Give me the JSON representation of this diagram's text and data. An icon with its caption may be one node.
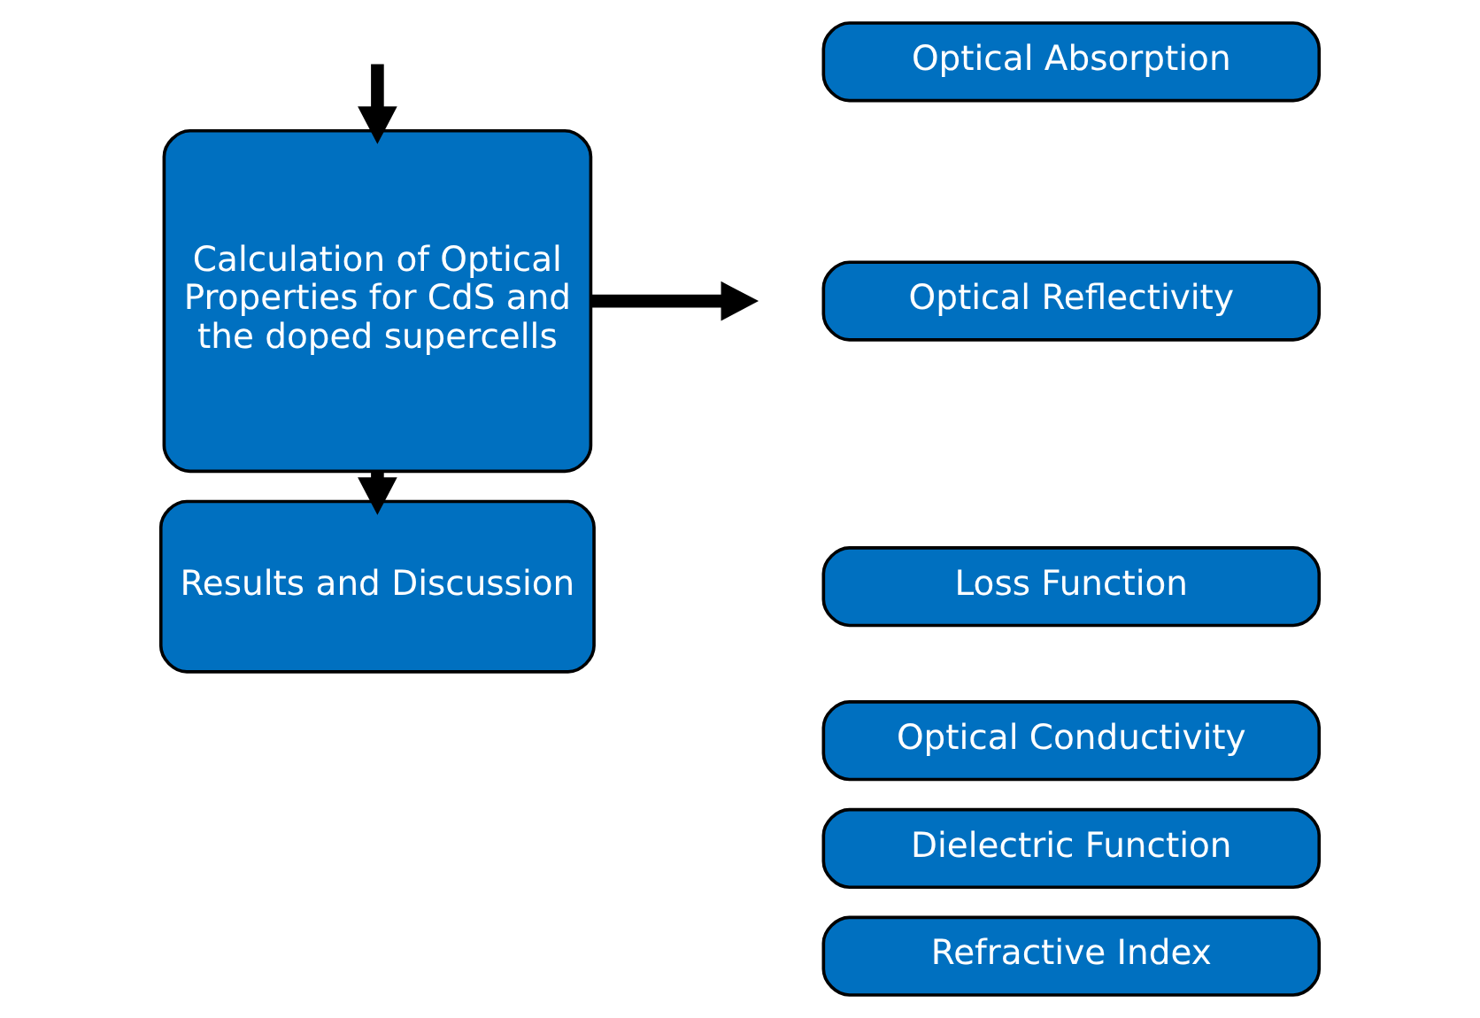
{
  "diagram": {
    "nodes": [
      {
        "text": [
          "Calculation of Optical Properties for CdS and the doped supercells"
        ]
      },
      {
        "text": [
          "Results and Discussion"
        ]
      },
      {
        "text": [
          "Optical Absorption"
        ]
      },
      {
        "text": [
          "Optical Reflectivity"
        ]
      },
      {
        "text": [
          "Loss Function"
        ]
      },
      {
        "text": [
          "Optical Conductivity"
        ]
      },
      {
        "text": [
          "Dielectric Function"
        ]
      },
      {
        "text": [
          "Refractive Index"
        ]
      }
    ],
    "edges": [
      {
        "from": 0,
        "to": null,
        "arrow": "to"
      },
      {
        "from": 0,
        "to": 1,
        "arrow": "to"
      },
      {
        "from": null,
        "to": 0,
        "arrow": "to"
      }
    ]
  }
}
